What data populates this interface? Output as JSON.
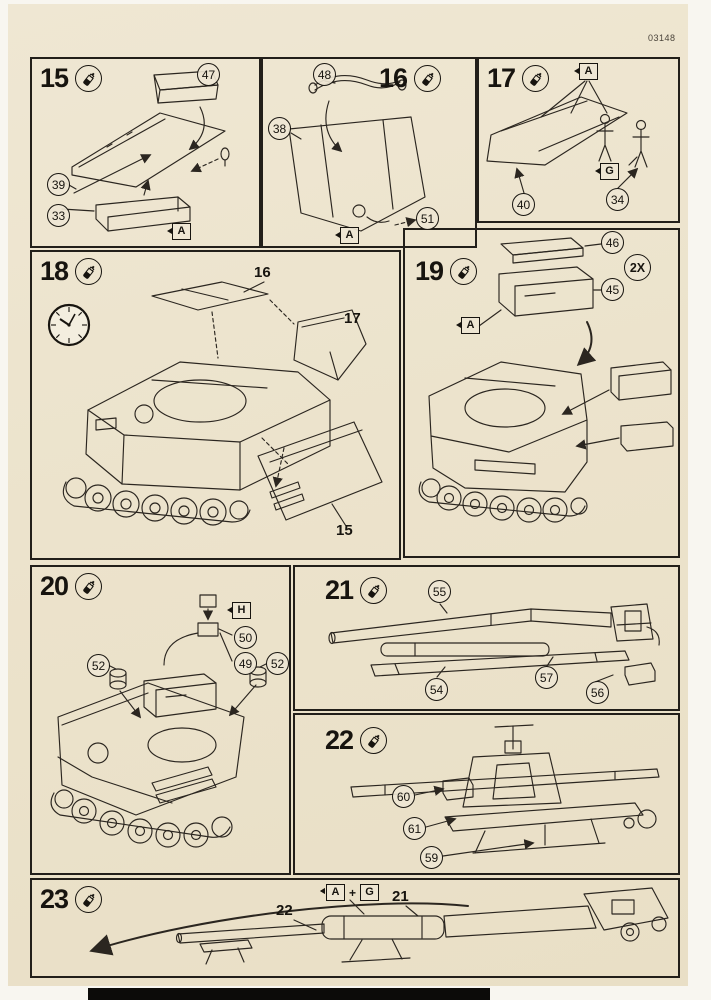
{
  "page": {
    "doc_number": "03148"
  },
  "icons": {
    "glue": "glue-bottle",
    "clock": "assembly-clock"
  },
  "steps": {
    "s15": {
      "number": "15",
      "parts": {
        "p47": "47",
        "p39": "39",
        "p33": "33"
      },
      "symbols": {
        "a": "A"
      }
    },
    "s16": {
      "number": "16",
      "parts": {
        "p48": "48",
        "p38": "38",
        "p51": "51"
      },
      "symbols": {
        "a": "A"
      }
    },
    "s17": {
      "number": "17",
      "parts": {
        "p40": "40",
        "p34": "34"
      },
      "symbols": {
        "a": "A",
        "g": "G"
      }
    },
    "s18": {
      "number": "18",
      "refs": {
        "r16": "16",
        "r17": "17",
        "r15": "15"
      }
    },
    "s19": {
      "number": "19",
      "parts": {
        "p46": "46",
        "p45": "45"
      },
      "quantity": "2X",
      "symbols": {
        "a": "A"
      }
    },
    "s20": {
      "number": "20",
      "parts": {
        "p50": "50",
        "p49": "49",
        "p52a": "52",
        "p52b": "52"
      },
      "symbols": {
        "h": "H"
      }
    },
    "s21": {
      "number": "21",
      "parts": {
        "p55": "55",
        "p54": "54",
        "p57": "57",
        "p56": "56"
      }
    },
    "s22": {
      "number": "22",
      "parts": {
        "p60": "60",
        "p61": "61",
        "p59": "59"
      }
    },
    "s23": {
      "number": "23",
      "refs": {
        "r22": "22",
        "r21": "21"
      },
      "symbols": {
        "a": "A",
        "plus": "+",
        "g": "G"
      }
    }
  }
}
